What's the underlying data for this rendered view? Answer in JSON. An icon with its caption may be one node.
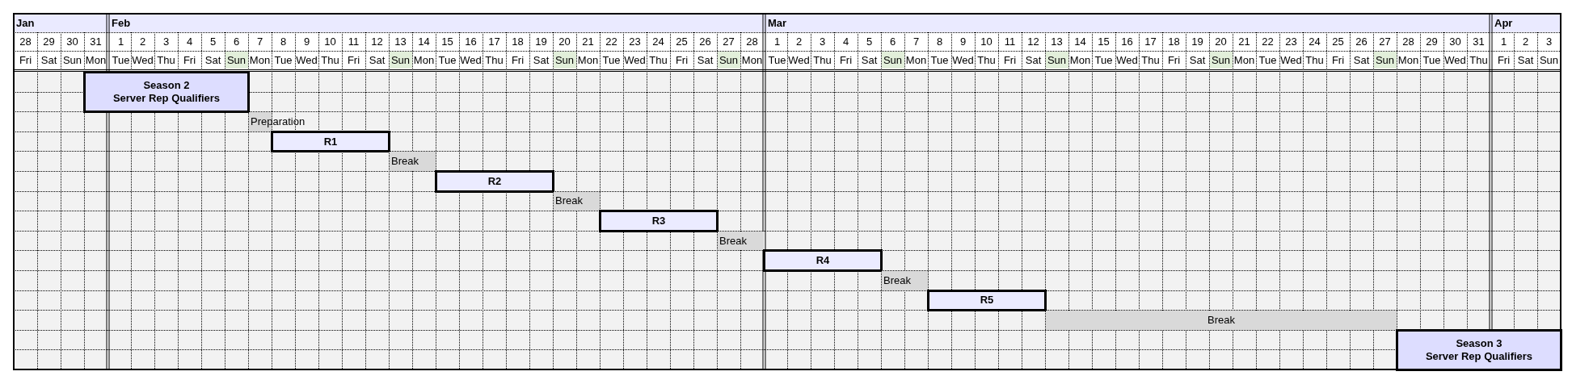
{
  "diagram": {
    "nodes": [
      {
        "text": [
          "Season 2",
          "Server Rep Qualifiers"
        ]
      },
      {
        "text": [
          "Preparation"
        ]
      },
      {
        "text": [
          "R1"
        ]
      },
      {
        "text": [
          "Break"
        ]
      },
      {
        "text": [
          "R2"
        ]
      },
      {
        "text": [
          "Break"
        ]
      },
      {
        "text": [
          "R3"
        ]
      },
      {
        "text": [
          "Break"
        ]
      },
      {
        "text": [
          "R4"
        ]
      },
      {
        "text": [
          "Break"
        ]
      },
      {
        "text": [
          "R5"
        ]
      },
      {
        "text": [
          "Break"
        ]
      },
      {
        "text": [
          "Season 3",
          "Server Rep Qualifiers"
        ]
      }
    ],
    "labels": [
      "Jan",
      "Feb",
      "Mar",
      "Apr",
      "28",
      "29",
      "30",
      "31",
      "1",
      "2",
      "3",
      "4",
      "5",
      "6",
      "7",
      "8",
      "9",
      "10",
      "11",
      "12",
      "13",
      "14",
      "15",
      "16",
      "17",
      "18",
      "19",
      "20",
      "21",
      "22",
      "23",
      "24",
      "25",
      "26",
      "27",
      "28",
      "1",
      "2",
      "3",
      "4",
      "5",
      "6",
      "7",
      "8",
      "9",
      "10",
      "11",
      "12",
      "13",
      "14",
      "15",
      "16",
      "17",
      "18",
      "19",
      "20",
      "21",
      "22",
      "23",
      "24",
      "25",
      "26",
      "27",
      "28",
      "29",
      "30",
      "31",
      "1",
      "2",
      "3",
      "Fri",
      "Sat",
      "Sun",
      "Mon",
      "Tue",
      "Wed",
      "Thu",
      "Fri",
      "Sat",
      "Sun",
      "Mon",
      "Tue",
      "Wed",
      "Thu",
      "Fri",
      "Sat",
      "Sun",
      "Mon",
      "Tue",
      "Wed",
      "Thu",
      "Fri",
      "Sat",
      "Sun",
      "Mon",
      "Tue",
      "Wed",
      "Thu",
      "Fri",
      "Sat",
      "Sun",
      "Mon",
      "Tue",
      "Wed",
      "Thu",
      "Fri",
      "Sat",
      "Sun",
      "Mon",
      "Tue",
      "Wed",
      "Thu",
      "Fri",
      "Sat",
      "Sun",
      "Mon",
      "Tue",
      "Wed",
      "Thu",
      "Fri",
      "Sat",
      "Sun",
      "Mon",
      "Tue",
      "Wed",
      "Thu",
      "Fri",
      "Sat",
      "Sun",
      "Mon",
      "Tue",
      "Wed",
      "Thu",
      "Fri",
      "Sat",
      "Sun"
    ]
  }
}
